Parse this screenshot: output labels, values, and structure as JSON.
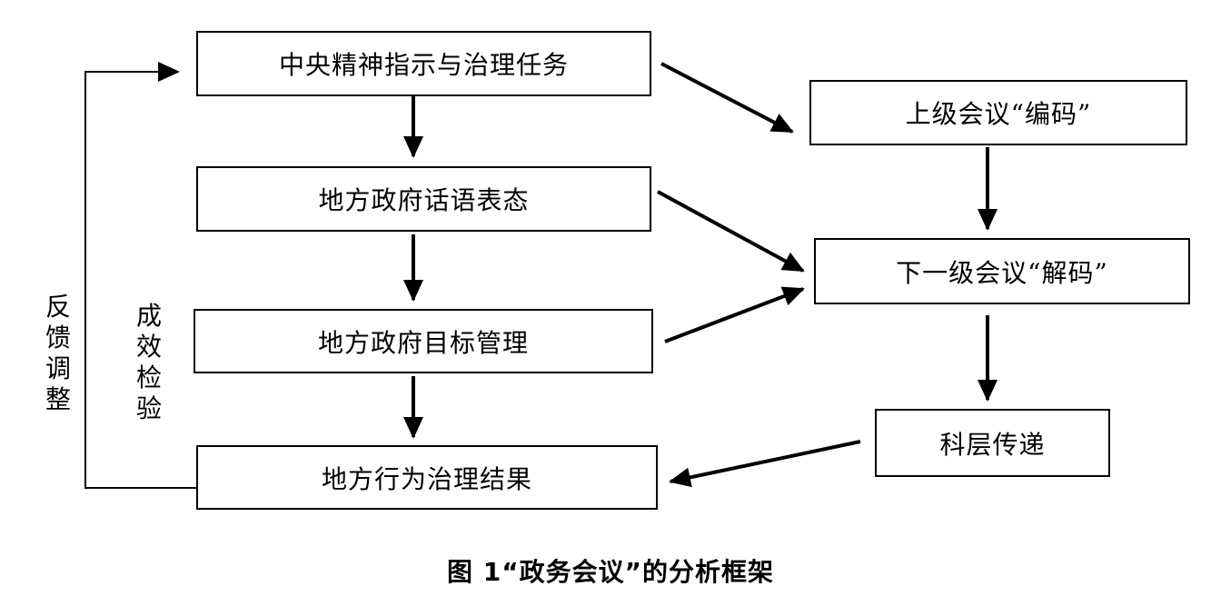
{
  "diagram": {
    "nodes": {
      "central_directive": "中央精神指示与治理任务",
      "local_discourse": "地方政府话语表态",
      "local_goal_mgmt": "地方政府目标管理",
      "local_outcome": "地方行为治理结果",
      "upper_encoding": "上级会议“编码”",
      "lower_decoding": "下一级会议“解码”",
      "bureaucratic_transfer": "科层传递"
    },
    "side_labels": {
      "feedback": "反馈调整",
      "effect_check": "成效检验"
    }
  },
  "caption": "图 1“政务会议”的分析框架"
}
